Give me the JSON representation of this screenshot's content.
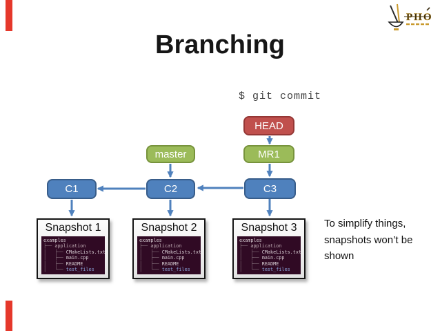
{
  "slide": {
    "title": "Branching",
    "command": "$ git commit",
    "note_lines": [
      "To simplify things,",
      "snapshots won’t be",
      "shown"
    ]
  },
  "logo": {
    "text": "PHO"
  },
  "colors": {
    "red_bar": "#e5382b",
    "arrow": "#4f81bd",
    "terminal_bg": "#300a24",
    "terminal": {
      "base": "#d8ced4",
      "dim": "#c4b0b8",
      "dir": "#8aa2d8",
      "tree": "#8d7a84"
    }
  },
  "graph": {
    "nodes": {
      "head": {
        "label": "HEAD",
        "fill": "#c0504d",
        "border": "#953735"
      },
      "master": {
        "label": "master",
        "fill": "#9bbb59",
        "border": "#77933c"
      },
      "mr1": {
        "label": "MR1",
        "fill": "#9bbb59",
        "border": "#77933c"
      },
      "c1": {
        "label": "C1",
        "fill": "#4f81bd",
        "border": "#385d8a"
      },
      "c2": {
        "label": "C2",
        "fill": "#4f81bd",
        "border": "#385d8a"
      },
      "c3": {
        "label": "C3",
        "fill": "#4f81bd",
        "border": "#385d8a"
      }
    }
  },
  "snapshots": {
    "titles": [
      "Snapshot 1",
      "Snapshot 2",
      "Snapshot 3"
    ],
    "terminal_lines": [
      {
        "prefix": "",
        "t": "examples",
        "c": "base"
      },
      {
        "prefix": "├── ",
        "t": "application",
        "c": "dim"
      },
      {
        "prefix": "│   ├── ",
        "t": "CMakeLists.txt",
        "c": "base"
      },
      {
        "prefix": "│   ├── ",
        "t": "main.cpp",
        "c": "base"
      },
      {
        "prefix": "│   ├── ",
        "t": "README",
        "c": "base"
      },
      {
        "prefix": "│   └── ",
        "t": "test_files",
        "c": "dir"
      }
    ]
  }
}
